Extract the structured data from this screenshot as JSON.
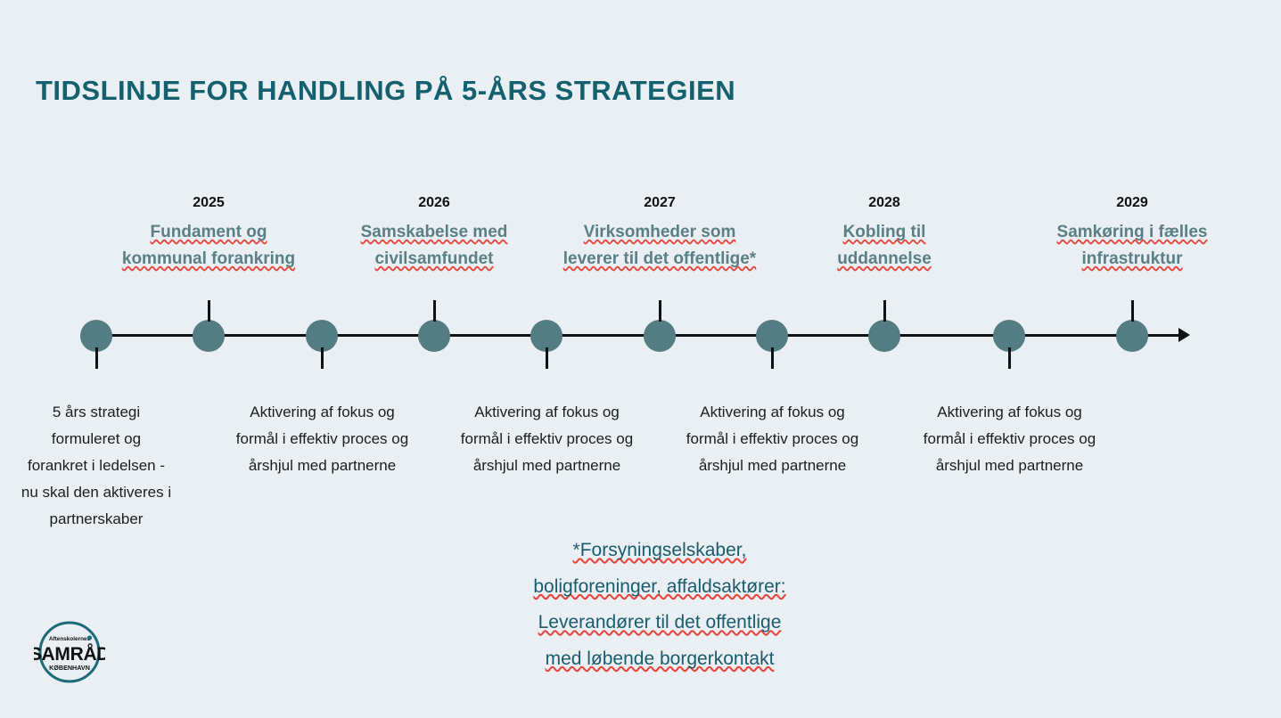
{
  "slide": {
    "title": "TIDSLINJE FOR HANDLING PÅ 5-ÅRS STRATEGIEN",
    "background_color": "#e9eff2",
    "title_color": "#15606f",
    "node_color": "#547c83",
    "axis_color": "#111111",
    "subheading_color": "#5a7f85",
    "footnote_color": "#1a5c6e",
    "spellcheck_underline_color": "#e8453c"
  },
  "timeline": {
    "node_count": 10,
    "years": [
      {
        "year": "2025",
        "subtitle": "Fundament og kommunal forankring"
      },
      {
        "year": "2026",
        "subtitle": "Samskabelse med civilsamfundet"
      },
      {
        "year": "2027",
        "subtitle": "Virksomheder som leverer til det offentlige*"
      },
      {
        "year": "2028",
        "subtitle": "Kobling til uddannelse"
      },
      {
        "year": "2029",
        "subtitle": "Samkøring i fælles infrastruktur"
      }
    ],
    "descriptions": [
      "5 års strategi formuleret og forankret i ledelsen - nu skal den aktiveres i partnerskaber",
      "Aktivering af fokus og formål i effektiv proces og årshjul med partnerne",
      "Aktivering af fokus og formål i effektiv proces og årshjul med partnerne",
      "Aktivering af fokus og formål i effektiv proces og årshjul med partnerne",
      "Aktivering af fokus og formål i effektiv proces og årshjul med partnerne"
    ]
  },
  "footnote": {
    "line1": "*Forsyningselskaber,",
    "line2": "boligforeninger, affaldsaktører:",
    "line3": "Leverandører til det offentlige",
    "line4": "med løbende borgerkontakt"
  },
  "logo": {
    "top_text": "Aftenskolernes",
    "main_text": "SAMRÅD",
    "bottom_text": "KØBENHAVN"
  }
}
